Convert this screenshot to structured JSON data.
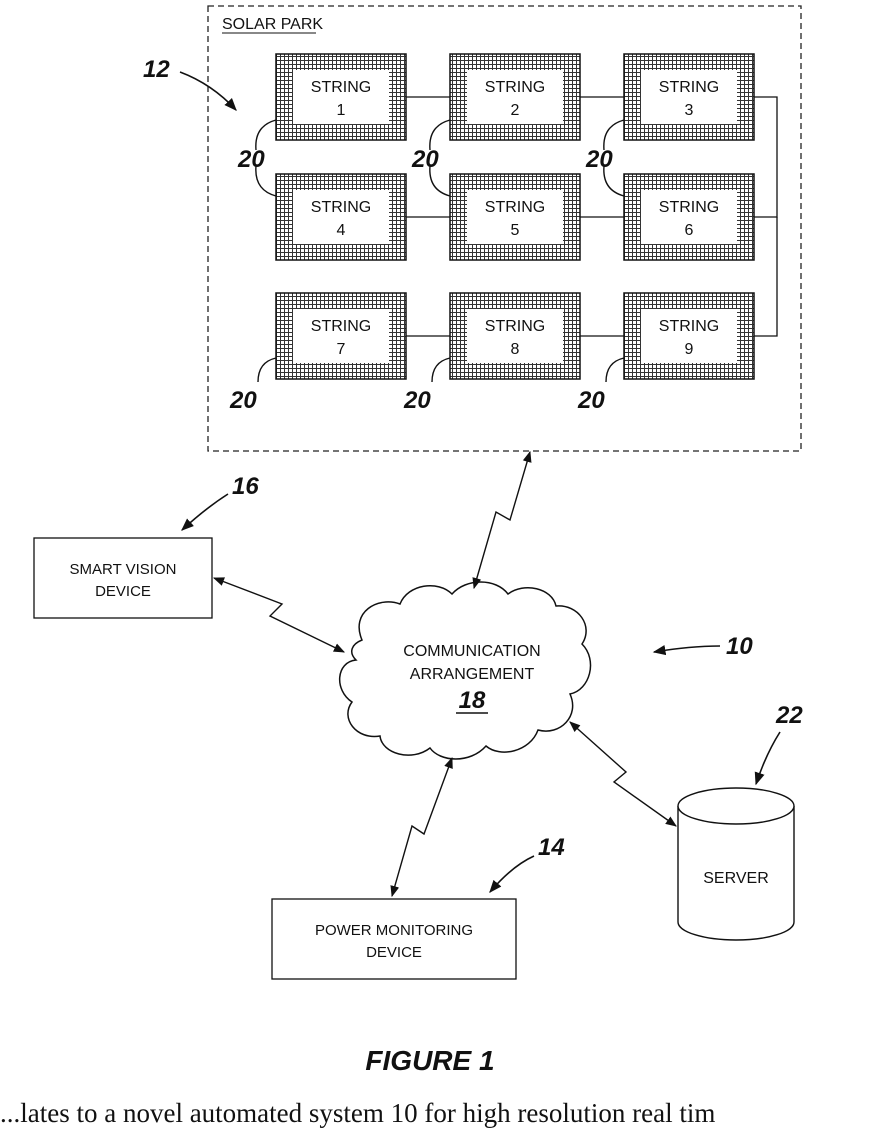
{
  "park": {
    "label": "SOLAR PARK",
    "ref": "12",
    "string_ref": "20"
  },
  "strings": [
    {
      "title": "STRING",
      "num": "1"
    },
    {
      "title": "STRING",
      "num": "2"
    },
    {
      "title": "STRING",
      "num": "3"
    },
    {
      "title": "STRING",
      "num": "4"
    },
    {
      "title": "STRING",
      "num": "5"
    },
    {
      "title": "STRING",
      "num": "6"
    },
    {
      "title": "STRING",
      "num": "7"
    },
    {
      "title": "STRING",
      "num": "8"
    },
    {
      "title": "STRING",
      "num": "9"
    }
  ],
  "smart_vision": {
    "line1": "SMART VISION",
    "line2": "DEVICE",
    "ref": "16"
  },
  "comm": {
    "line1": "COMMUNICATION",
    "line2": "ARRANGEMENT",
    "ref": "18"
  },
  "system_ref": "10",
  "server": {
    "label": "SERVER",
    "ref": "22"
  },
  "power": {
    "line1": "POWER MONITORING",
    "line2": "DEVICE",
    "ref": "14"
  },
  "figure_caption": "FIGURE 1",
  "body_text": "...lates to a novel automated system 10 for high resolution real tim"
}
